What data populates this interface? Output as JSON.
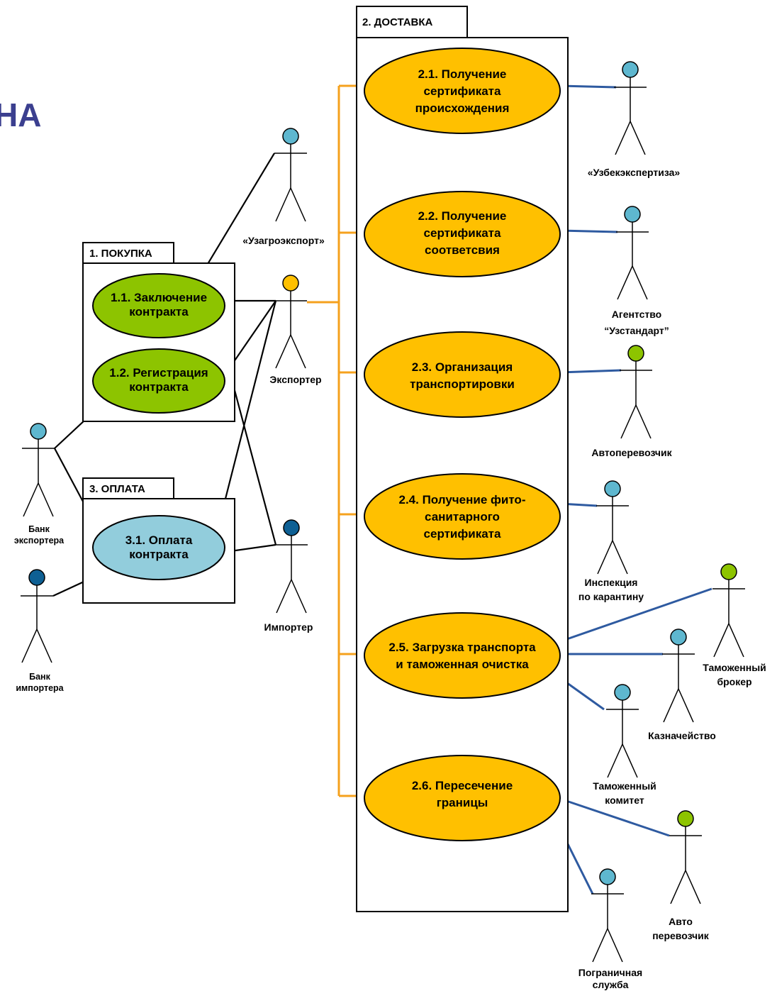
{
  "heading": "НА",
  "colors": {
    "orange_line": "#f5a11d",
    "blue_line": "#2e5aa0",
    "black_line": "#000000",
    "green_usecase": "#8dc400",
    "orange_usecase": "#ffc000",
    "blue_usecase": "#92cddc",
    "actor_blue": "#5eb7cf",
    "actor_navy": "#0e6094",
    "actor_green": "#8dc400",
    "actor_orange": "#ffc000"
  },
  "packages": {
    "purchase": {
      "title": "1. ПОКУПКА"
    },
    "payment": {
      "title": "3. ОПЛАТА"
    },
    "delivery": {
      "title": "2. ДОСТАВКА"
    }
  },
  "use_cases": {
    "uc_1_1": {
      "lines": [
        "1.1. Заключение",
        "контракта"
      ]
    },
    "uc_1_2": {
      "lines": [
        "1.2. Регистрация",
        "контракта"
      ]
    },
    "uc_3_1": {
      "lines": [
        "3.1. Оплата",
        "контракта"
      ]
    },
    "uc_2_1": {
      "lines": [
        "2.1. Получение",
        "сертификата",
        "происхождения"
      ]
    },
    "uc_2_2": {
      "lines": [
        "2.2. Получение",
        "сертификата",
        "соответсвия"
      ]
    },
    "uc_2_3": {
      "lines": [
        "2.3. Организация",
        "транспортировки"
      ]
    },
    "uc_2_4": {
      "lines": [
        "2.4. Получение фито-",
        "санитарного",
        "сертификата"
      ]
    },
    "uc_2_5": {
      "lines": [
        "2.5. Загрузка транспорта",
        "и таможенная очистка"
      ]
    },
    "uc_2_6": {
      "lines": [
        "2.6. Пересечение",
        "границы"
      ]
    }
  },
  "actors": {
    "uzagroexport": {
      "lines": [
        "«Узагроэкспорт»"
      ]
    },
    "exporter": {
      "lines": [
        "Экспортер"
      ]
    },
    "importer": {
      "lines": [
        "Импортер"
      ]
    },
    "bank_exporter": {
      "lines": [
        "Банк",
        "экспортера"
      ]
    },
    "bank_importer": {
      "lines": [
        "Банк",
        "импортера"
      ]
    },
    "uzbekexpertiza": {
      "lines": [
        "«Узбекэкспертиза»"
      ]
    },
    "uzstandart": {
      "lines": [
        "Агентство",
        "“Узстандарт”"
      ]
    },
    "carrier": {
      "lines": [
        "Автоперевозчик"
      ]
    },
    "quarantine": {
      "lines": [
        "Инспекция",
        "по карантину"
      ]
    },
    "customs_broker": {
      "lines": [
        "Таможенный",
        "брокер"
      ]
    },
    "treasury": {
      "lines": [
        "Казначейство"
      ]
    },
    "customs_committee": {
      "lines": [
        "Таможенный",
        "комитет"
      ]
    },
    "border_service": {
      "lines": [
        "Пограничная",
        "служба"
      ]
    },
    "auto_carrier": {
      "lines": [
        "Авто",
        "перевозчик"
      ]
    }
  }
}
